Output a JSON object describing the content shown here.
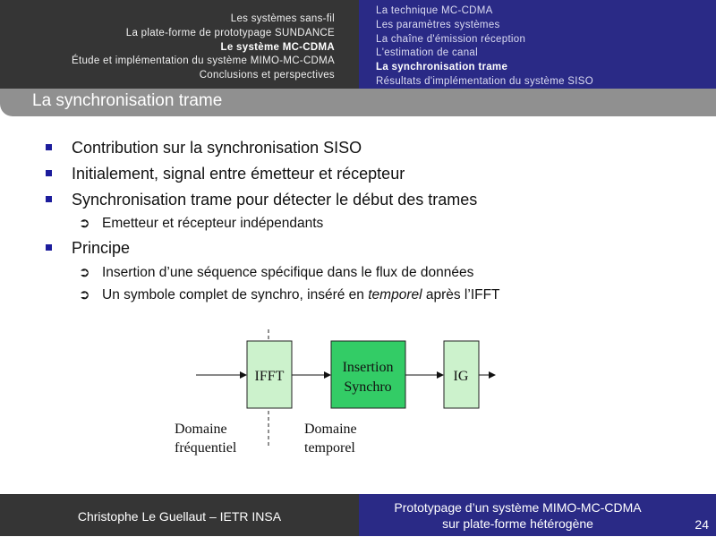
{
  "nav": {
    "sections": [
      "Les systèmes sans-fil",
      "La plate-forme de prototypage SUNDANCE",
      "Le système MC-CDMA",
      "Étude et implémentation du système MIMO-MC-CDMA",
      "Conclusions et perspectives"
    ],
    "subsections": [
      "La technique MC-CDMA",
      "Les paramètres systèmes",
      "La chaîne d'émission réception",
      "L'estimation de canal",
      "La synchronisation trame",
      "Résultats d'implémentation du système SISO"
    ]
  },
  "slide": {
    "title": "La synchronisation trame",
    "bullets": {
      "b1": "Contribution sur la synchronisation SISO",
      "b2": "Initialement, signal entre émetteur et récepteur",
      "b3": "Synchronisation trame pour détecter le début des trames",
      "b3_sub1": "Emetteur et récepteur indépendants",
      "b4": "Principe",
      "b4_sub1": "Insertion d’une séquence spécifique dans le flux de données",
      "b4_sub2_pre": "Un symbole complet de synchro, inséré en ",
      "b4_sub2_em": "temporel",
      "b4_sub2_post": " après l’IFFT"
    },
    "sub_arrow": "➲"
  },
  "diagram": {
    "ifft": "IFFT",
    "insertion_1": "Insertion",
    "insertion_2": "Synchro",
    "ig": "IG",
    "dom_freq_1": "Domaine",
    "dom_freq_2": "fréquentiel",
    "dom_temp_1": "Domaine",
    "dom_temp_2": "temporel"
  },
  "colors": {
    "block_light": "#ccf2cc",
    "block_strong": "#33cc66",
    "nav_left": "#353535",
    "nav_right": "#2a2a86"
  },
  "footer": {
    "author": "Christophe Le Guellaut – IETR INSA",
    "title_1": "Prototypage d’un système MIMO-MC-CDMA",
    "title_2": "sur plate-forme hétérogène",
    "page": "24"
  }
}
